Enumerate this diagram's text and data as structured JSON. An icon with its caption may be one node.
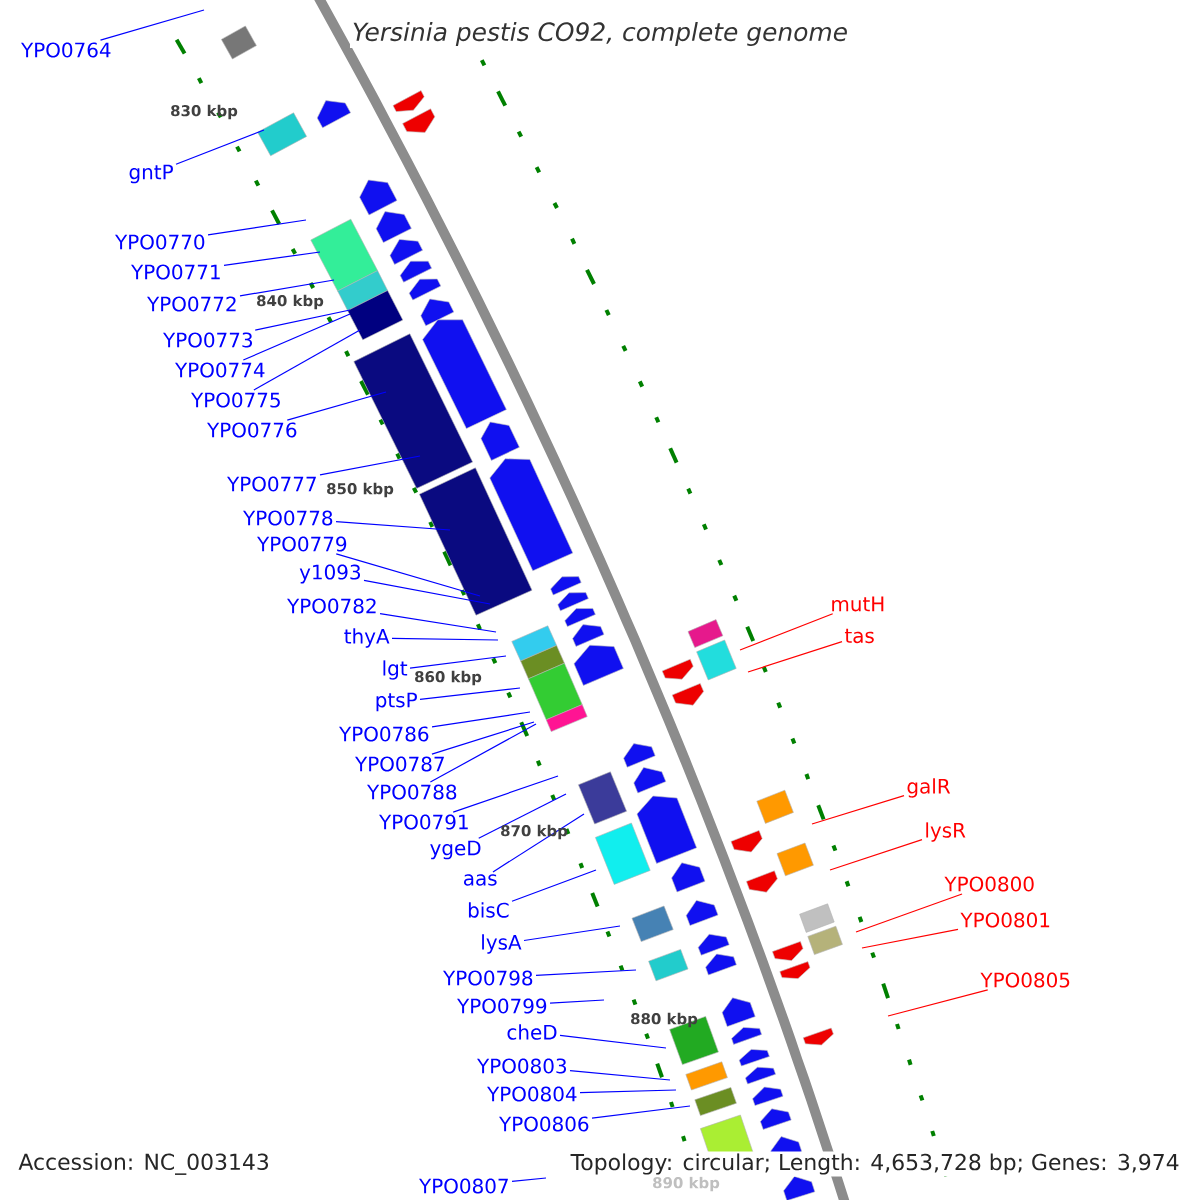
{
  "diagram": {
    "title": "Yersinia pestis CO92, complete genome",
    "nodes": [
      {
        "text": [
          "YPO0764"
        ]
      },
      {
        "text": [
          "gntP"
        ]
      },
      {
        "text": [
          "YPO0770"
        ]
      },
      {
        "text": [
          "YPO0771"
        ]
      },
      {
        "text": [
          "YPO0772"
        ]
      },
      {
        "text": [
          "YPO0773"
        ]
      },
      {
        "text": [
          "YPO0774"
        ]
      },
      {
        "text": [
          "YPO0775"
        ]
      },
      {
        "text": [
          "YPO0776"
        ]
      },
      {
        "text": [
          "YPO0777"
        ]
      },
      {
        "text": [
          "YPO0778"
        ]
      },
      {
        "text": [
          "YPO0779"
        ]
      },
      {
        "text": [
          "y1093"
        ]
      },
      {
        "text": [
          "YPO0782"
        ]
      },
      {
        "text": [
          "thyA"
        ]
      },
      {
        "text": [
          "lgt"
        ]
      },
      {
        "text": [
          "ptsP"
        ]
      },
      {
        "text": [
          "YPO0786"
        ]
      },
      {
        "text": [
          "YPO0787"
        ]
      },
      {
        "text": [
          "YPO0788"
        ]
      },
      {
        "text": [
          "YPO0791"
        ]
      },
      {
        "text": [
          "ygeD"
        ]
      },
      {
        "text": [
          "aas"
        ]
      },
      {
        "text": [
          "bisC"
        ]
      },
      {
        "text": [
          "lysA"
        ]
      },
      {
        "text": [
          "YPO0798"
        ]
      },
      {
        "text": [
          "YPO0799"
        ]
      },
      {
        "text": [
          "cheD"
        ]
      },
      {
        "text": [
          "YPO0803"
        ]
      },
      {
        "text": [
          "YPO0804"
        ]
      },
      {
        "text": [
          "YPO0806"
        ]
      },
      {
        "text": [
          "YPO0807"
        ]
      },
      {
        "text": [
          "mutH"
        ]
      },
      {
        "text": [
          "tas"
        ]
      },
      {
        "text": [
          "galR"
        ]
      },
      {
        "text": [
          "lysR"
        ]
      },
      {
        "text": [
          "YPO0800"
        ]
      },
      {
        "text": [
          "YPO0801"
        ]
      },
      {
        "text": [
          "YPO0805"
        ]
      }
    ],
    "edges": [
      {
        "from": 0,
        "to": null,
        "arrow": "none"
      },
      {
        "from": 1,
        "to": null,
        "arrow": "none"
      },
      {
        "from": 2,
        "to": null,
        "arrow": "none"
      },
      {
        "from": 3,
        "to": null,
        "arrow": "none"
      },
      {
        "from": 4,
        "to": null,
        "arrow": "none"
      },
      {
        "from": 5,
        "to": null,
        "arrow": "none"
      },
      {
        "from": 6,
        "to": null,
        "arrow": "none"
      },
      {
        "from": 7,
        "to": null,
        "arrow": "none"
      },
      {
        "from": 8,
        "to": null,
        "arrow": "none"
      },
      {
        "from": 9,
        "to": null,
        "arrow": "none"
      },
      {
        "from": 10,
        "to": null,
        "arrow": "none"
      },
      {
        "from": 11,
        "to": null,
        "arrow": "none"
      },
      {
        "from": 12,
        "to": null,
        "arrow": "none"
      },
      {
        "from": 13,
        "to": null,
        "arrow": "none"
      },
      {
        "from": 14,
        "to": null,
        "arrow": "none"
      },
      {
        "from": 15,
        "to": null,
        "arrow": "none"
      },
      {
        "from": 16,
        "to": null,
        "arrow": "none"
      },
      {
        "from": 17,
        "to": null,
        "arrow": "none"
      },
      {
        "from": 18,
        "to": null,
        "arrow": "none"
      },
      {
        "from": 19,
        "to": null,
        "arrow": "none"
      },
      {
        "from": 20,
        "to": null,
        "arrow": "none"
      },
      {
        "from": 21,
        "to": null,
        "arrow": "none"
      },
      {
        "from": 22,
        "to": null,
        "arrow": "none"
      },
      {
        "from": 23,
        "to": null,
        "arrow": "none"
      },
      {
        "from": 24,
        "to": null,
        "arrow": "none"
      },
      {
        "from": 25,
        "to": null,
        "arrow": "none"
      },
      {
        "from": 26,
        "to": null,
        "arrow": "none"
      },
      {
        "from": 27,
        "to": null,
        "arrow": "none"
      },
      {
        "from": 28,
        "to": null,
        "arrow": "none"
      },
      {
        "from": 29,
        "to": null,
        "arrow": "none"
      },
      {
        "from": 30,
        "to": null,
        "arrow": "none"
      },
      {
        "from": 31,
        "to": null,
        "arrow": "none"
      },
      {
        "from": 32,
        "to": null,
        "arrow": "none",
        "color": "#ff0000"
      },
      {
        "from": 33,
        "to": null,
        "arrow": "none",
        "color": "#ff0000"
      },
      {
        "from": 34,
        "to": null,
        "arrow": "none",
        "color": "#ff0000"
      },
      {
        "from": 35,
        "to": null,
        "arrow": "none",
        "color": "#ff0000"
      },
      {
        "from": 36,
        "to": null,
        "arrow": "none",
        "color": "#ff0000"
      },
      {
        "from": 37,
        "to": null,
        "arrow": "none",
        "color": "#ff0000"
      },
      {
        "from": 38,
        "to": null,
        "arrow": "none",
        "color": "#ff0000"
      }
    ],
    "labels": [
      "830 kbp",
      "840 kbp",
      "850 kbp",
      "860 kbp",
      "870 kbp",
      "880 kbp",
      "890 kbp",
      "Accession: NC_003143",
      "Topology: circular; Length: 4,653,728 bp; Genes: 3,974"
    ]
  }
}
